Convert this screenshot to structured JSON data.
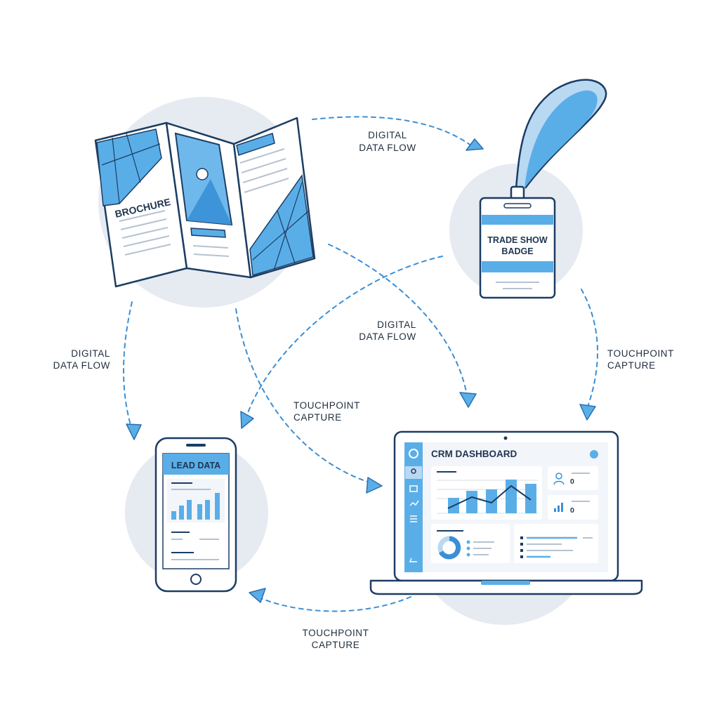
{
  "nodes": {
    "brochure": {
      "label": "BROCHURE"
    },
    "badge": {
      "line1": "TRADE SHOW",
      "line2": "BADGE"
    },
    "phone": {
      "title": "LEAD DATA"
    },
    "laptop": {
      "title": "CRM DASHBOARD",
      "stat1": "0",
      "stat2": "0"
    }
  },
  "flows": [
    {
      "id": "brochure-to-badge",
      "line1": "DIGITAL",
      "line2": "DATA FLOW"
    },
    {
      "id": "brochure-to-phone",
      "line1": "DIGITAL",
      "line2": "DATA FLOW"
    },
    {
      "id": "center",
      "line1": "DIGITAL",
      "line2": "DATA FLOW"
    },
    {
      "id": "badge-to-laptop",
      "line1": "TOUCHPOINT",
      "line2": "CAPTURE"
    },
    {
      "id": "brochure-to-laptop",
      "line1": "TOUCHPOINT",
      "line2": "CAPTURE"
    },
    {
      "id": "laptop-to-phone",
      "line1": "TOUCHPOINT",
      "line2": "CAPTURE"
    }
  ],
  "colors": {
    "accent": "#5aaee8",
    "ink": "#1c3d63",
    "halo": "#e6eaf1"
  }
}
